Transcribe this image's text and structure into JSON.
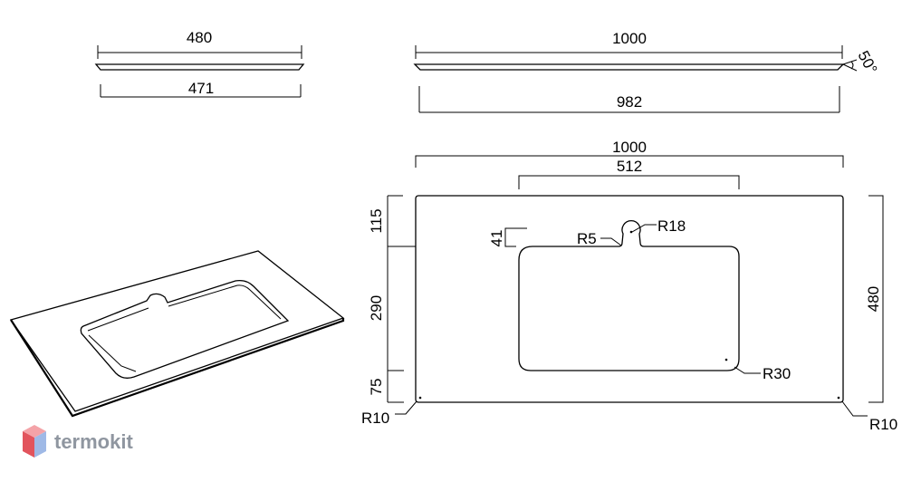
{
  "side_view": {
    "top_width": "480",
    "bottom_width": "471"
  },
  "front_view": {
    "top_width": "1000",
    "bottom_width": "982",
    "angle": "50°"
  },
  "plan_view": {
    "overall_width": "1000",
    "bowl_width": "512",
    "depth_top": "115",
    "bowl_depth": "290",
    "depth_bottom": "75",
    "overall_depth": "480",
    "overflow_offset": "41",
    "radius_small": "R5",
    "radius_overflow": "R18",
    "radius_bowl": "R30",
    "radius_corner_left": "R10",
    "radius_corner_right": "R10"
  },
  "logo": {
    "text": "termokit",
    "colors": {
      "top": "#f4a3a8",
      "left": "#e2545d",
      "right": "#9fb9e6",
      "text": "#8f96a0"
    }
  }
}
